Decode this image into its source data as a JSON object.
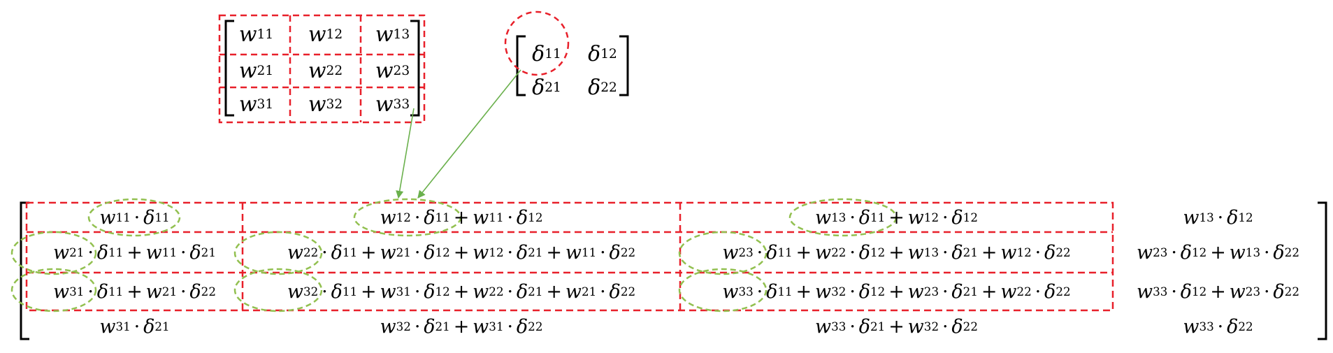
{
  "w_matrix": [
    [
      "w11",
      "w12",
      "w13"
    ],
    [
      "w21",
      "w22",
      "w23"
    ],
    [
      "w31",
      "w32",
      "w33"
    ]
  ],
  "delta_matrix": [
    [
      "δ11",
      "δ12"
    ],
    [
      "δ21",
      "δ22"
    ]
  ],
  "result_matrix": [
    [
      [
        [
          "w11",
          "δ11"
        ]
      ],
      [
        [
          "w12",
          "δ11"
        ],
        [
          "w11",
          "δ12"
        ]
      ],
      [
        [
          "w13",
          "δ11"
        ],
        [
          "w12",
          "δ12"
        ]
      ],
      [
        [
          "w13",
          "δ12"
        ]
      ]
    ],
    [
      [
        [
          "w21",
          "δ11"
        ],
        [
          "w11",
          "δ21"
        ]
      ],
      [
        [
          "w22",
          "δ11"
        ],
        [
          "w21",
          "δ12"
        ],
        [
          "w12",
          "δ21"
        ],
        [
          "w11",
          "δ22"
        ]
      ],
      [
        [
          "w23",
          "δ11"
        ],
        [
          "w22",
          "δ12"
        ],
        [
          "w13",
          "δ21"
        ],
        [
          "w12",
          "δ22"
        ]
      ],
      [
        [
          "w23",
          "δ12"
        ],
        [
          "w13",
          "δ22"
        ]
      ]
    ],
    [
      [
        [
          "w31",
          "δ11"
        ],
        [
          "w21",
          "δ22"
        ]
      ],
      [
        [
          "w32",
          "δ11"
        ],
        [
          "w31",
          "δ12"
        ],
        [
          "w22",
          "δ21"
        ],
        [
          "w21",
          "δ22"
        ]
      ],
      [
        [
          "w33",
          "δ11"
        ],
        [
          "w32",
          "δ12"
        ],
        [
          "w23",
          "δ21"
        ],
        [
          "w22",
          "δ22"
        ]
      ],
      [
        [
          "w33",
          "δ12"
        ],
        [
          "w23",
          "δ22"
        ]
      ]
    ],
    [
      [
        [
          "w31",
          "δ21"
        ]
      ],
      [
        [
          "w32",
          "δ21"
        ],
        [
          "w31",
          "δ22"
        ]
      ],
      [
        [
          "w33",
          "δ21"
        ],
        [
          "w32",
          "δ22"
        ]
      ],
      [
        [
          "w33",
          "δ22"
        ]
      ]
    ]
  ],
  "colors": {
    "red_box": "#e8202a",
    "green_ellipse": "#92c050",
    "arrow": "#6ab04c",
    "text": "#000000"
  }
}
